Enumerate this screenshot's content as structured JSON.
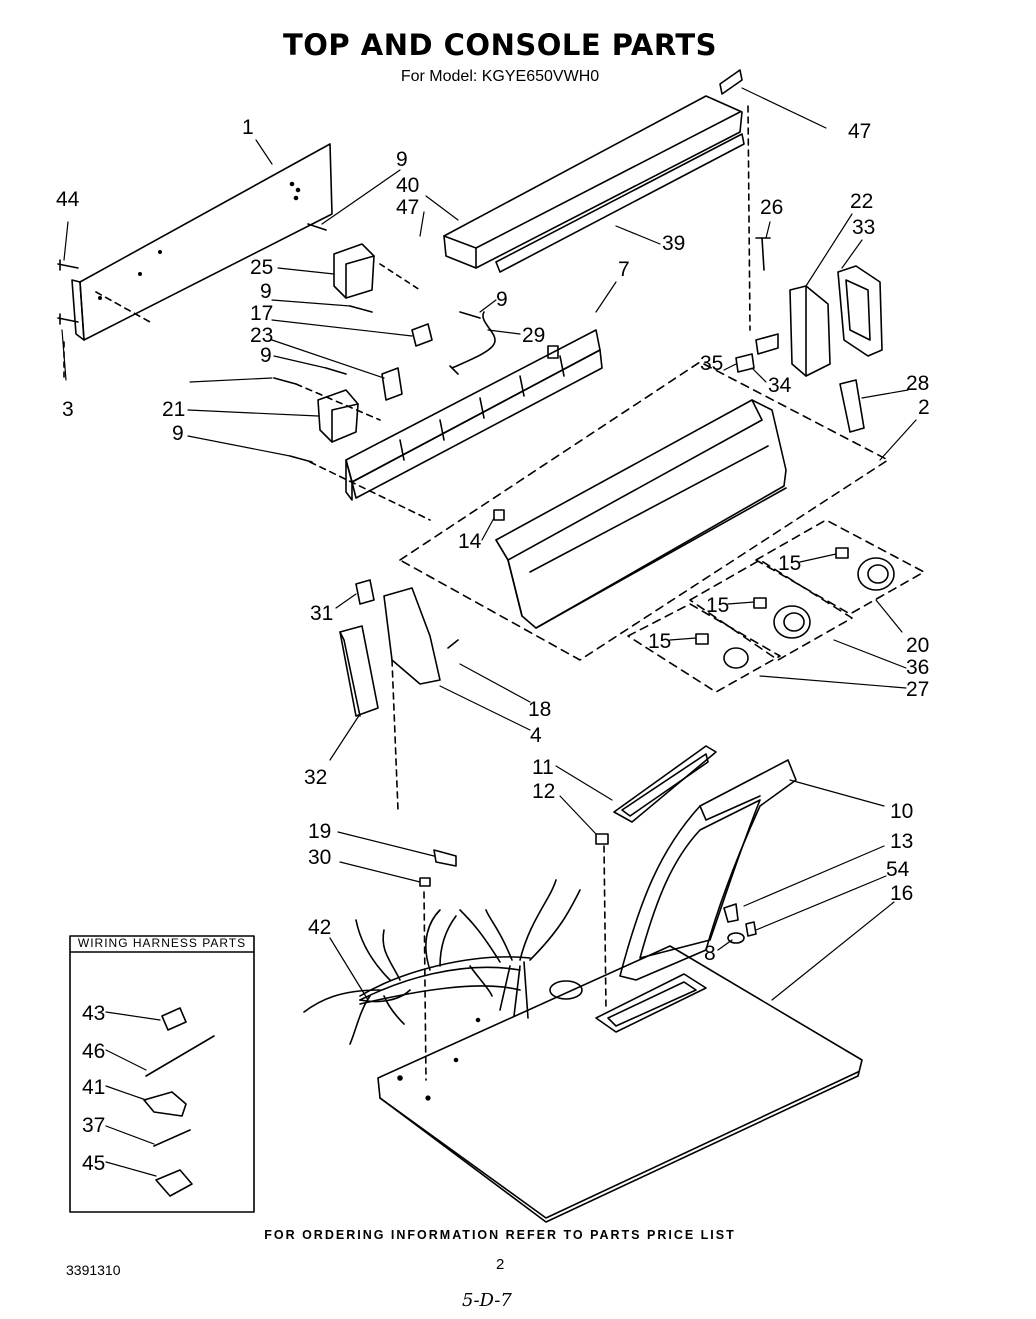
{
  "title": "TOP AND CONSOLE PARTS",
  "subtitle": "For Model: KGYE650VWH0",
  "wiring_harness_title": "WIRING HARNESS PARTS",
  "footer_note": "FOR ORDERING INFORMATION REFER TO PARTS PRICE LIST",
  "doc_number": "3391310",
  "page_number": "2",
  "handwritten_note": "5-D-7",
  "callouts": [
    "1",
    "44",
    "3",
    "9",
    "40",
    "47",
    "39",
    "25",
    "9",
    "17",
    "23",
    "9",
    "9",
    "29",
    "21",
    "9",
    "7",
    "26",
    "22",
    "33",
    "35",
    "34",
    "28",
    "2",
    "14",
    "15",
    "15",
    "15",
    "20",
    "36",
    "27",
    "31",
    "18",
    "4",
    "32",
    "11",
    "12",
    "10",
    "13",
    "54",
    "16",
    "8",
    "19",
    "30",
    "42",
    "43",
    "46",
    "41",
    "37",
    "45",
    "47"
  ]
}
